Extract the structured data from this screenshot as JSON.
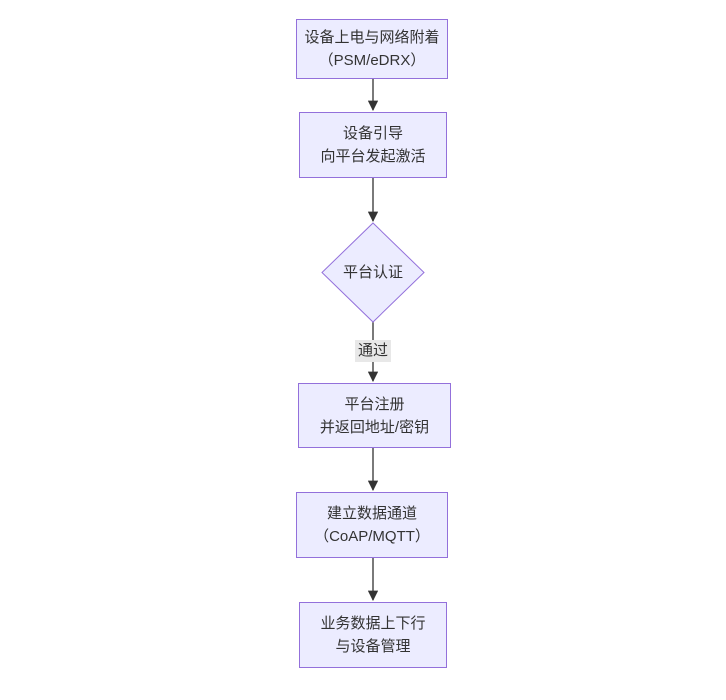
{
  "diagram": {
    "type": "flowchart-top-down",
    "colors": {
      "background": "#ffffff",
      "node_fill": "#ECECFF",
      "node_border": "#9370DB",
      "text": "#333333",
      "edge": "#333333",
      "edge_label_bg": "#e8e8e8"
    },
    "nodes": [
      {
        "id": "power-attach",
        "shape": "rect",
        "lines": [
          "设备上电与网络附着",
          "（PSM/eDRX）"
        ]
      },
      {
        "id": "bootstrap",
        "shape": "rect",
        "lines": [
          "设备引导",
          "向平台发起激活"
        ]
      },
      {
        "id": "platform-auth",
        "shape": "diamond",
        "lines": [
          "平台认证"
        ]
      },
      {
        "id": "platform-register",
        "shape": "rect",
        "lines": [
          "平台注册",
          "并返回地址/密钥"
        ]
      },
      {
        "id": "data-channel",
        "shape": "rect",
        "lines": [
          "建立数据通道",
          "（CoAP/MQTT）"
        ]
      },
      {
        "id": "business-data",
        "shape": "rect",
        "lines": [
          "业务数据上下行",
          "与设备管理"
        ]
      }
    ],
    "edges": [
      {
        "from": "power-attach",
        "to": "bootstrap",
        "label": ""
      },
      {
        "from": "bootstrap",
        "to": "platform-auth",
        "label": ""
      },
      {
        "from": "platform-auth",
        "to": "platform-register",
        "label": "通过"
      },
      {
        "from": "platform-register",
        "to": "data-channel",
        "label": ""
      },
      {
        "from": "data-channel",
        "to": "business-data",
        "label": ""
      }
    ]
  }
}
